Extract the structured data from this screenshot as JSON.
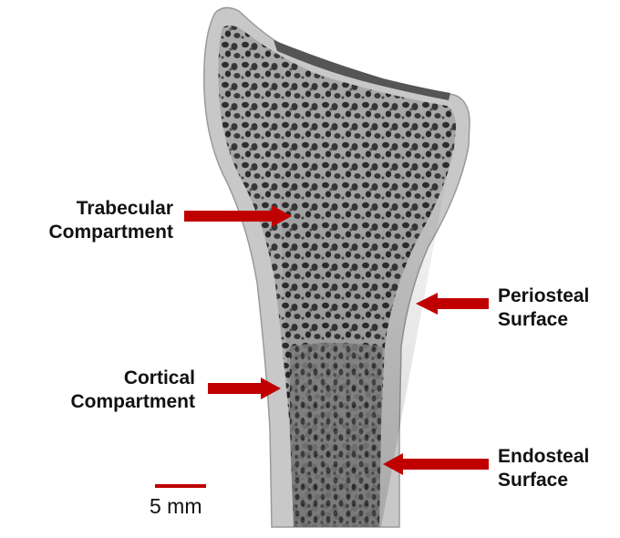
{
  "labels": {
    "trabecular": {
      "line1": "Trabecular",
      "line2": "Compartment"
    },
    "cortical": {
      "line1": "Cortical",
      "line2": "Compartment"
    },
    "periosteal": {
      "line1": "Periosteal",
      "line2": "Surface"
    },
    "endosteal": {
      "line1": "Endosteal",
      "line2": "Surface"
    }
  },
  "scale_bar": {
    "label": "5 mm"
  },
  "colors": {
    "arrow": "#c00000",
    "cortex": "#c8c8c8",
    "trabecular_dark": "#2e2e2e",
    "trabecular_light": "#a9a9a9",
    "canal": "#474747"
  }
}
